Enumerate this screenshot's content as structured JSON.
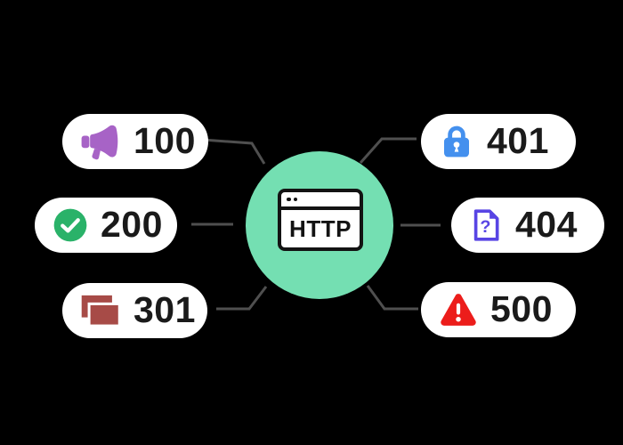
{
  "meta": {
    "title": "HTTP status codes mind map"
  },
  "colors": {
    "background": "#000000",
    "pill_background": "#ffffff",
    "code_text": "#1a1a1a",
    "connector": "#4f4f4f",
    "center_circle": "#74dfb2",
    "icon_outline": "#131313"
  },
  "center": {
    "label": "HTTP",
    "icon": "browser-window-icon"
  },
  "nodes": [
    {
      "code": "100",
      "icon": "megaphone-icon",
      "icon_color": "#a763c6",
      "position": "left-top"
    },
    {
      "code": "200",
      "icon": "check-circle-icon",
      "icon_color": "#2ab269",
      "position": "left-middle"
    },
    {
      "code": "301",
      "icon": "copy-pages-icon",
      "icon_color": "#a74b47",
      "position": "left-bottom"
    },
    {
      "code": "401",
      "icon": "lock-icon",
      "icon_color": "#4490ee",
      "position": "right-top"
    },
    {
      "code": "404",
      "icon": "document-question-icon",
      "icon_color": "#5845e4",
      "position": "right-middle"
    },
    {
      "code": "500",
      "icon": "warning-triangle-icon",
      "icon_color": "#ec1d1b",
      "position": "right-bottom"
    }
  ]
}
